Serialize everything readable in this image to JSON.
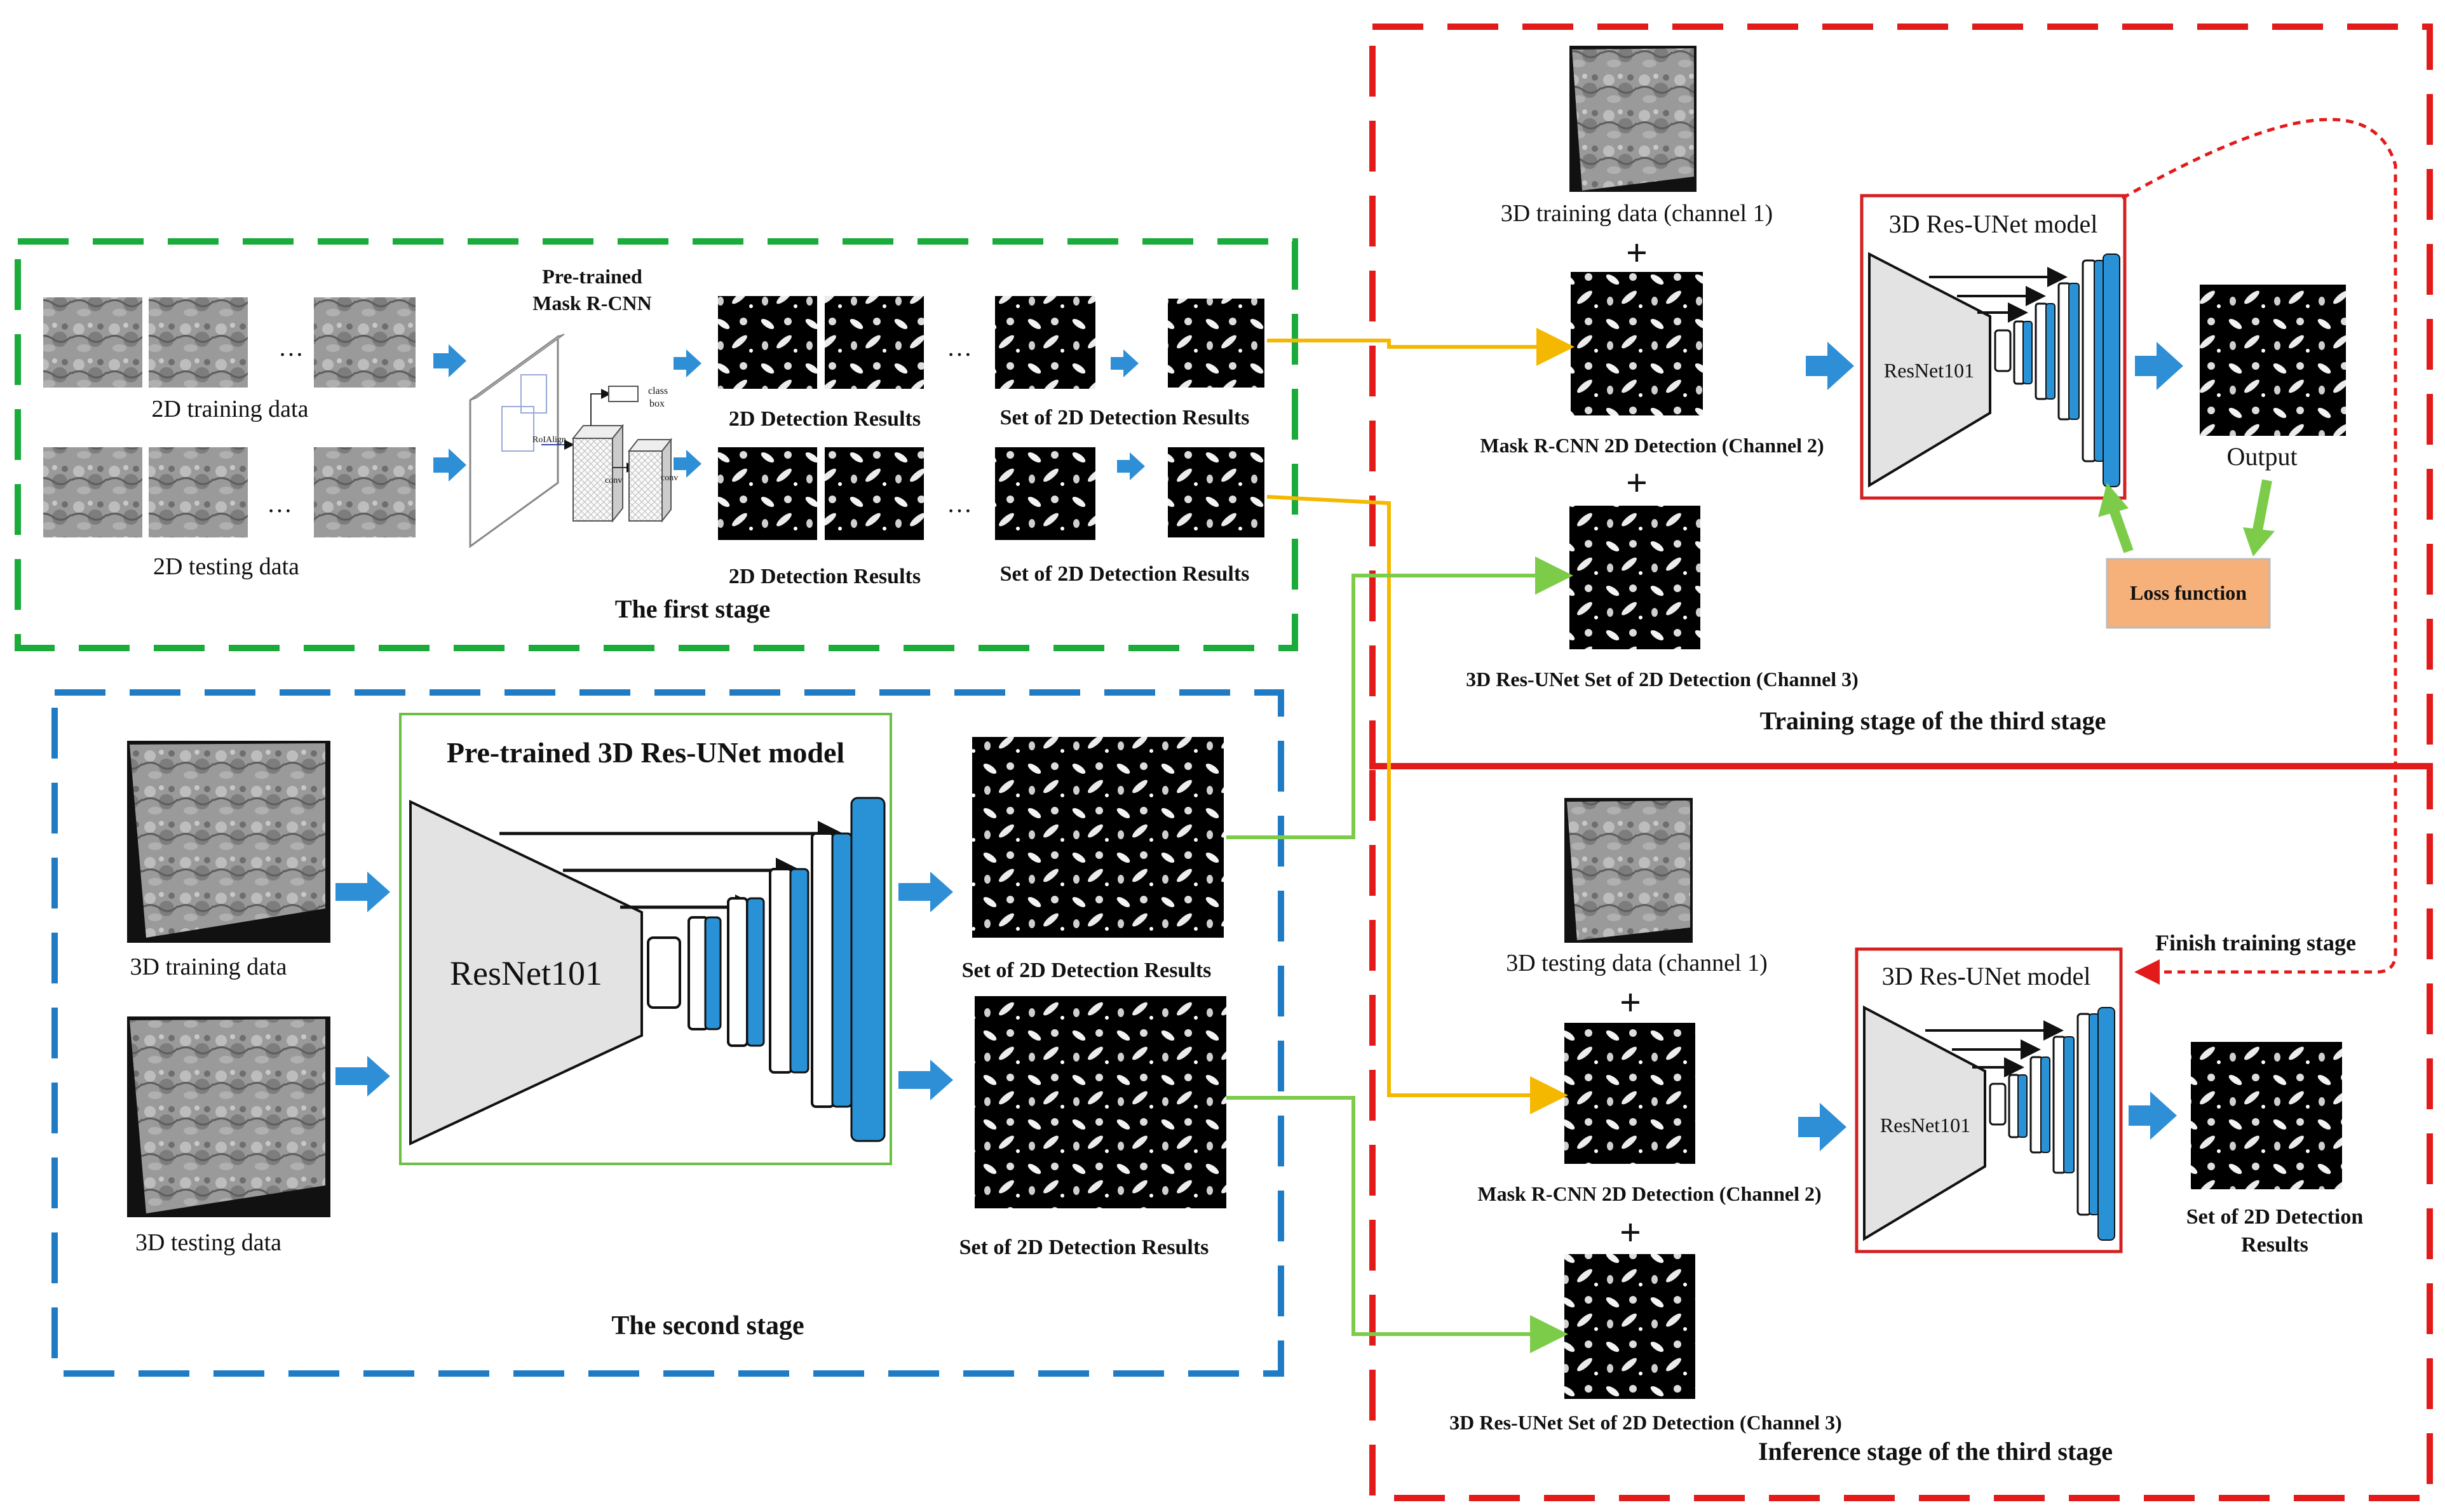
{
  "stage1": {
    "title": "The first stage",
    "train_label": "2D training data",
    "test_label": "2D testing data",
    "ellipsis": "…",
    "model_title_line1": "Pre-trained",
    "model_title_line2": "Mask R-CNN",
    "roi_align": "RoIAlign",
    "conv": "conv",
    "class": "class",
    "box": "box",
    "det_results_1": "2D Detection Results",
    "det_results_2": "2D Detection Results",
    "set_results_1": "Set of 2D Detection Results",
    "set_results_2": "Set of 2D Detection Results"
  },
  "stage2": {
    "title": "The second stage",
    "model_title": "Pre-trained 3D Res-UNet model",
    "encoder": "ResNet101",
    "train_label": "3D training data",
    "test_label": "3D testing data",
    "set_results_1": "Set of 2D Detection Results",
    "set_results_2": "Set of 2D Detection Results"
  },
  "stage3_train": {
    "title": "Training stage of the third stage",
    "ch1": "3D training data (channel 1)",
    "ch2": "Mask R-CNN 2D Detection (Channel 2)",
    "ch3": "3D Res-UNet Set of 2D Detection (Channel 3)",
    "plus": "+",
    "model_title": "3D Res-UNet model",
    "encoder": "ResNet101",
    "output": "Output",
    "loss": "Loss function"
  },
  "stage3_infer": {
    "title": "Inference stage of the third stage",
    "ch1": "3D testing data (channel 1)",
    "ch2": "Mask R-CNN 2D Detection (Channel 2)",
    "ch3": "3D Res-UNet Set of 2D Detection (Channel 3)",
    "plus": "+",
    "model_title": "3D Res-UNet model",
    "encoder": "ResNet101",
    "result_line1": "Set of 2D Detection",
    "result_line2": "Results",
    "finish": "Finish training stage"
  },
  "colors": {
    "stage1_border": "#1aab3a",
    "stage2_border": "#1f7bc4",
    "stage3_border": "#e31a1a",
    "model_box_red": "#d42020",
    "model_box_green": "#6abf45",
    "arrow_blue": "#2e8fd6",
    "line_yellow": "#f5b800",
    "line_green": "#7ccc4a",
    "loss_fill": "#f6b07a",
    "decoder_blue": "#2992d6"
  }
}
